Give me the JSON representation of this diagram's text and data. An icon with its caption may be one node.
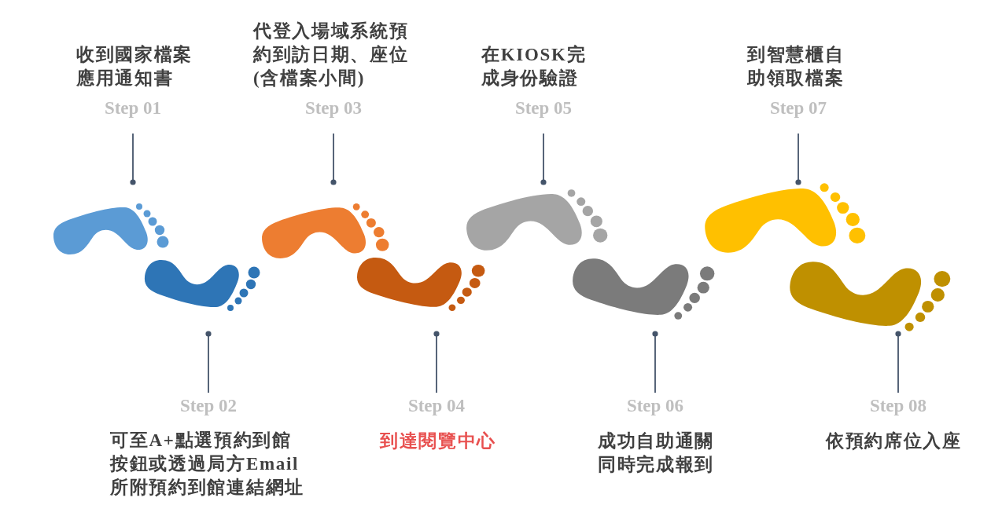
{
  "diagram": {
    "nodes": [
      {
        "text": [
          "收到國家檔案應用通知書",
          "Step 01"
        ]
      },
      {
        "text": [],
        "shape": "footprint"
      },
      {
        "text": [
          "Step 02",
          "可至A+點選預約到館按鈕或透過局方Email所附預約到館連結網址"
        ]
      },
      {
        "text": [],
        "shape": "footprint"
      },
      {
        "text": [
          "代登入場域系統預約到訪日期、座位(含檔案小間)",
          "Step 03"
        ]
      },
      {
        "text": [],
        "shape": "footprint"
      },
      {
        "text": [
          "Step 04",
          "到達閱覽中心"
        ]
      },
      {
        "text": [],
        "shape": "footprint"
      },
      {
        "text": [
          "在KIOSK完成身份驗證",
          "Step 05"
        ]
      },
      {
        "text": [],
        "shape": "footprint"
      },
      {
        "text": [
          "Step 06",
          "成功自助通關同時完成報到"
        ]
      },
      {
        "text": [],
        "shape": "footprint"
      },
      {
        "text": [
          "到智慧櫃自助領取檔案",
          "Step 07"
        ]
      },
      {
        "text": [],
        "shape": "footprint"
      },
      {
        "text": [
          "Step 08",
          "依預約席位入座"
        ]
      },
      {
        "text": [],
        "shape": "footprint"
      }
    ],
    "edges": [
      {
        "from": 0,
        "to": 1,
        "arrow": "other"
      },
      {
        "from": 2,
        "to": 3,
        "arrow": "other"
      },
      {
        "from": 4,
        "to": 5,
        "arrow": "other"
      },
      {
        "from": 6,
        "to": 7,
        "arrow": "other"
      },
      {
        "from": 8,
        "to": 9,
        "arrow": "other"
      },
      {
        "from": 10,
        "to": 11,
        "arrow": "other"
      },
      {
        "from": 12,
        "to": 13,
        "arrow": "other"
      },
      {
        "from": 14,
        "to": 15,
        "arrow": "other"
      }
    ]
  }
}
